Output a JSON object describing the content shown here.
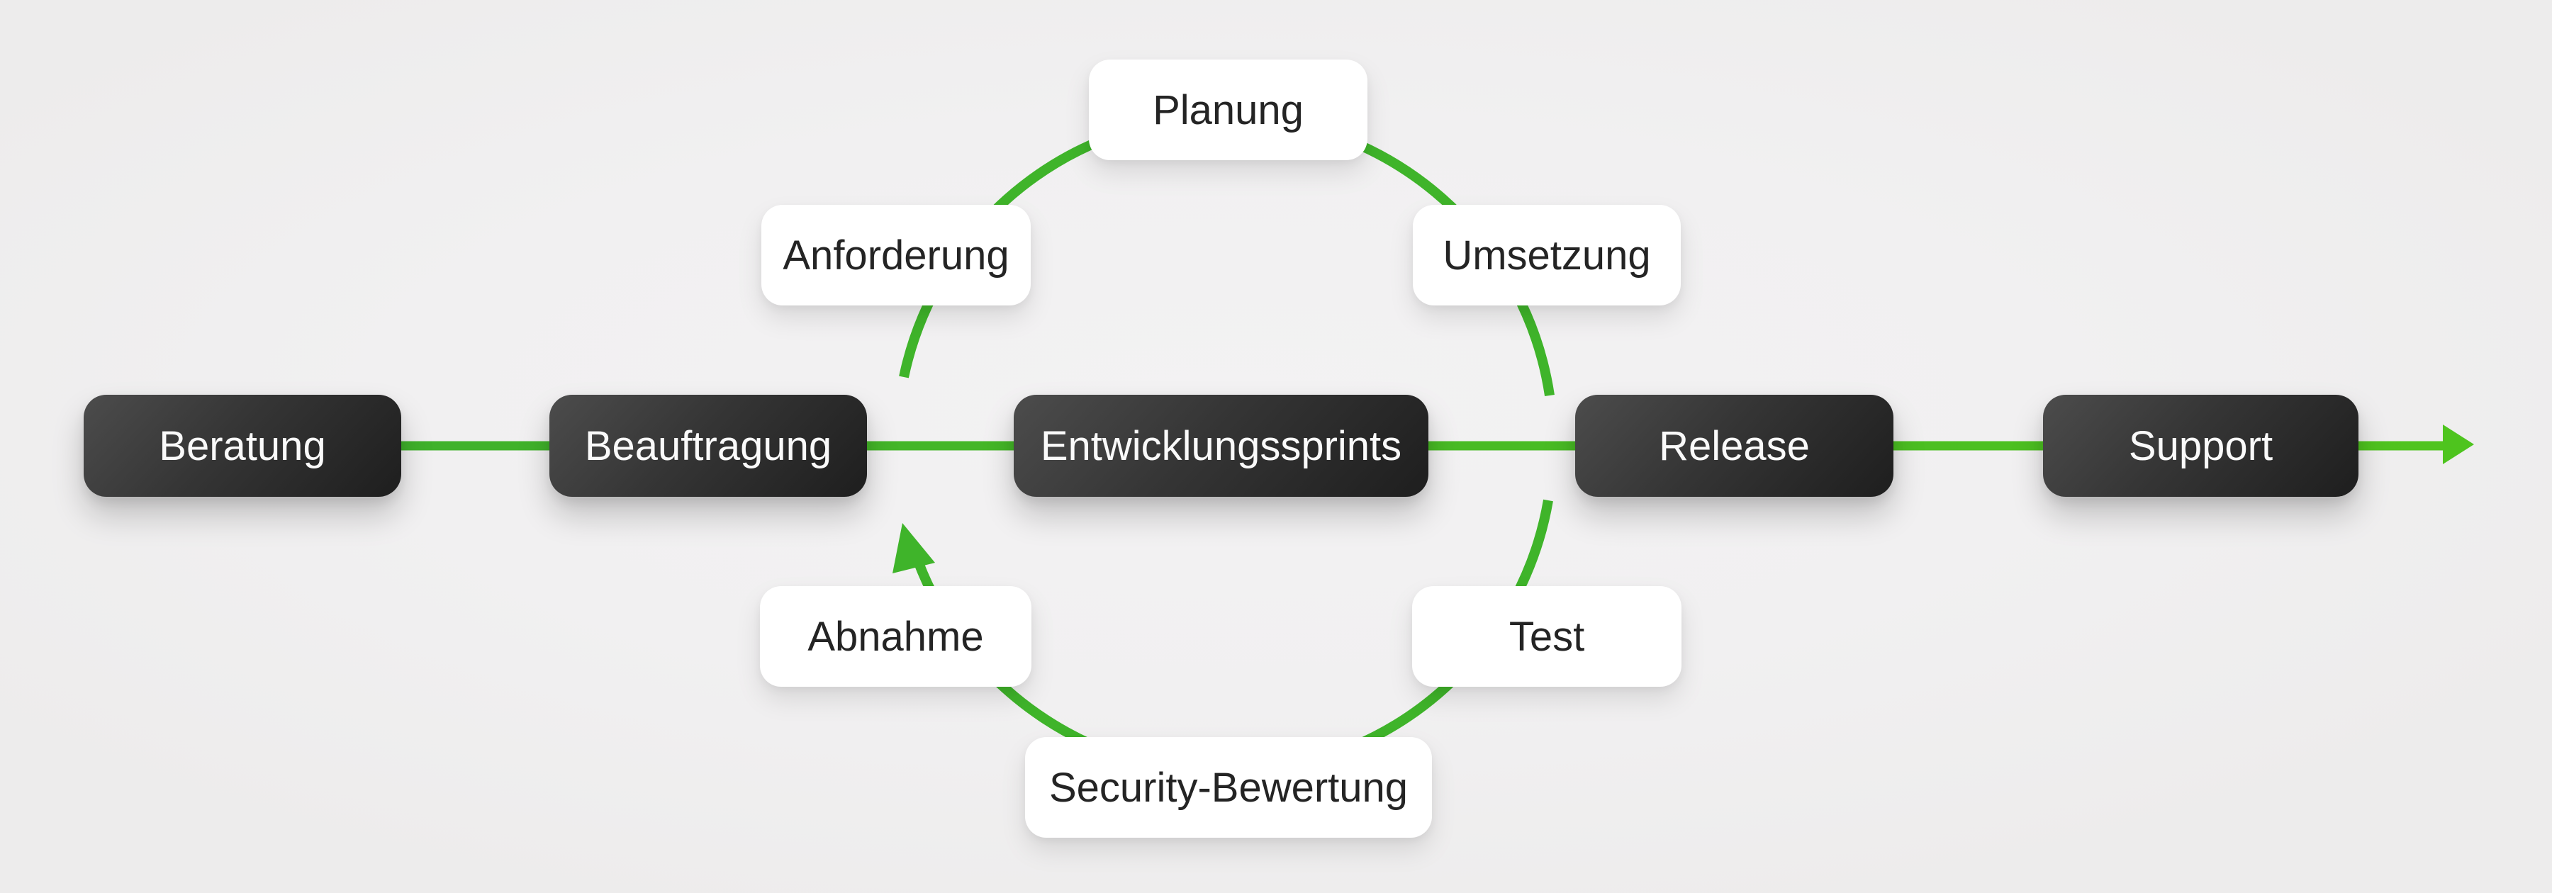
{
  "diagram": {
    "type": "process-flow-with-cycle",
    "flow": {
      "direction": "left-to-right",
      "stages": [
        {
          "label": "Beratung"
        },
        {
          "label": "Beauftragung"
        },
        {
          "label": "Entwicklungssprints"
        },
        {
          "label": "Release"
        },
        {
          "label": "Support"
        }
      ]
    },
    "cycle": {
      "around_stage": "Entwicklungssprints",
      "direction": "clockwise",
      "steps": [
        {
          "label": "Planung",
          "position": "top"
        },
        {
          "label": "Umsetzung",
          "position": "upper-right"
        },
        {
          "label": "Test",
          "position": "lower-right"
        },
        {
          "label": "Security-Bewertung",
          "position": "bottom"
        },
        {
          "label": "Abnahme",
          "position": "lower-left"
        },
        {
          "label": "Anforderung",
          "position": "upper-left"
        }
      ]
    },
    "colors": {
      "background": "#f1f0f1",
      "line_green_start": "#3eb02c",
      "line_green_end": "#50c41e",
      "circle_green": "#3fb42a",
      "arrow_green": "#4ec41e",
      "dark_box_gradient_from": "#4c4c4c",
      "dark_box_gradient_to": "#1e1e1e",
      "dark_box_text": "#fafafa",
      "light_box_bg": "#ffffff",
      "light_box_text": "#242424"
    }
  }
}
